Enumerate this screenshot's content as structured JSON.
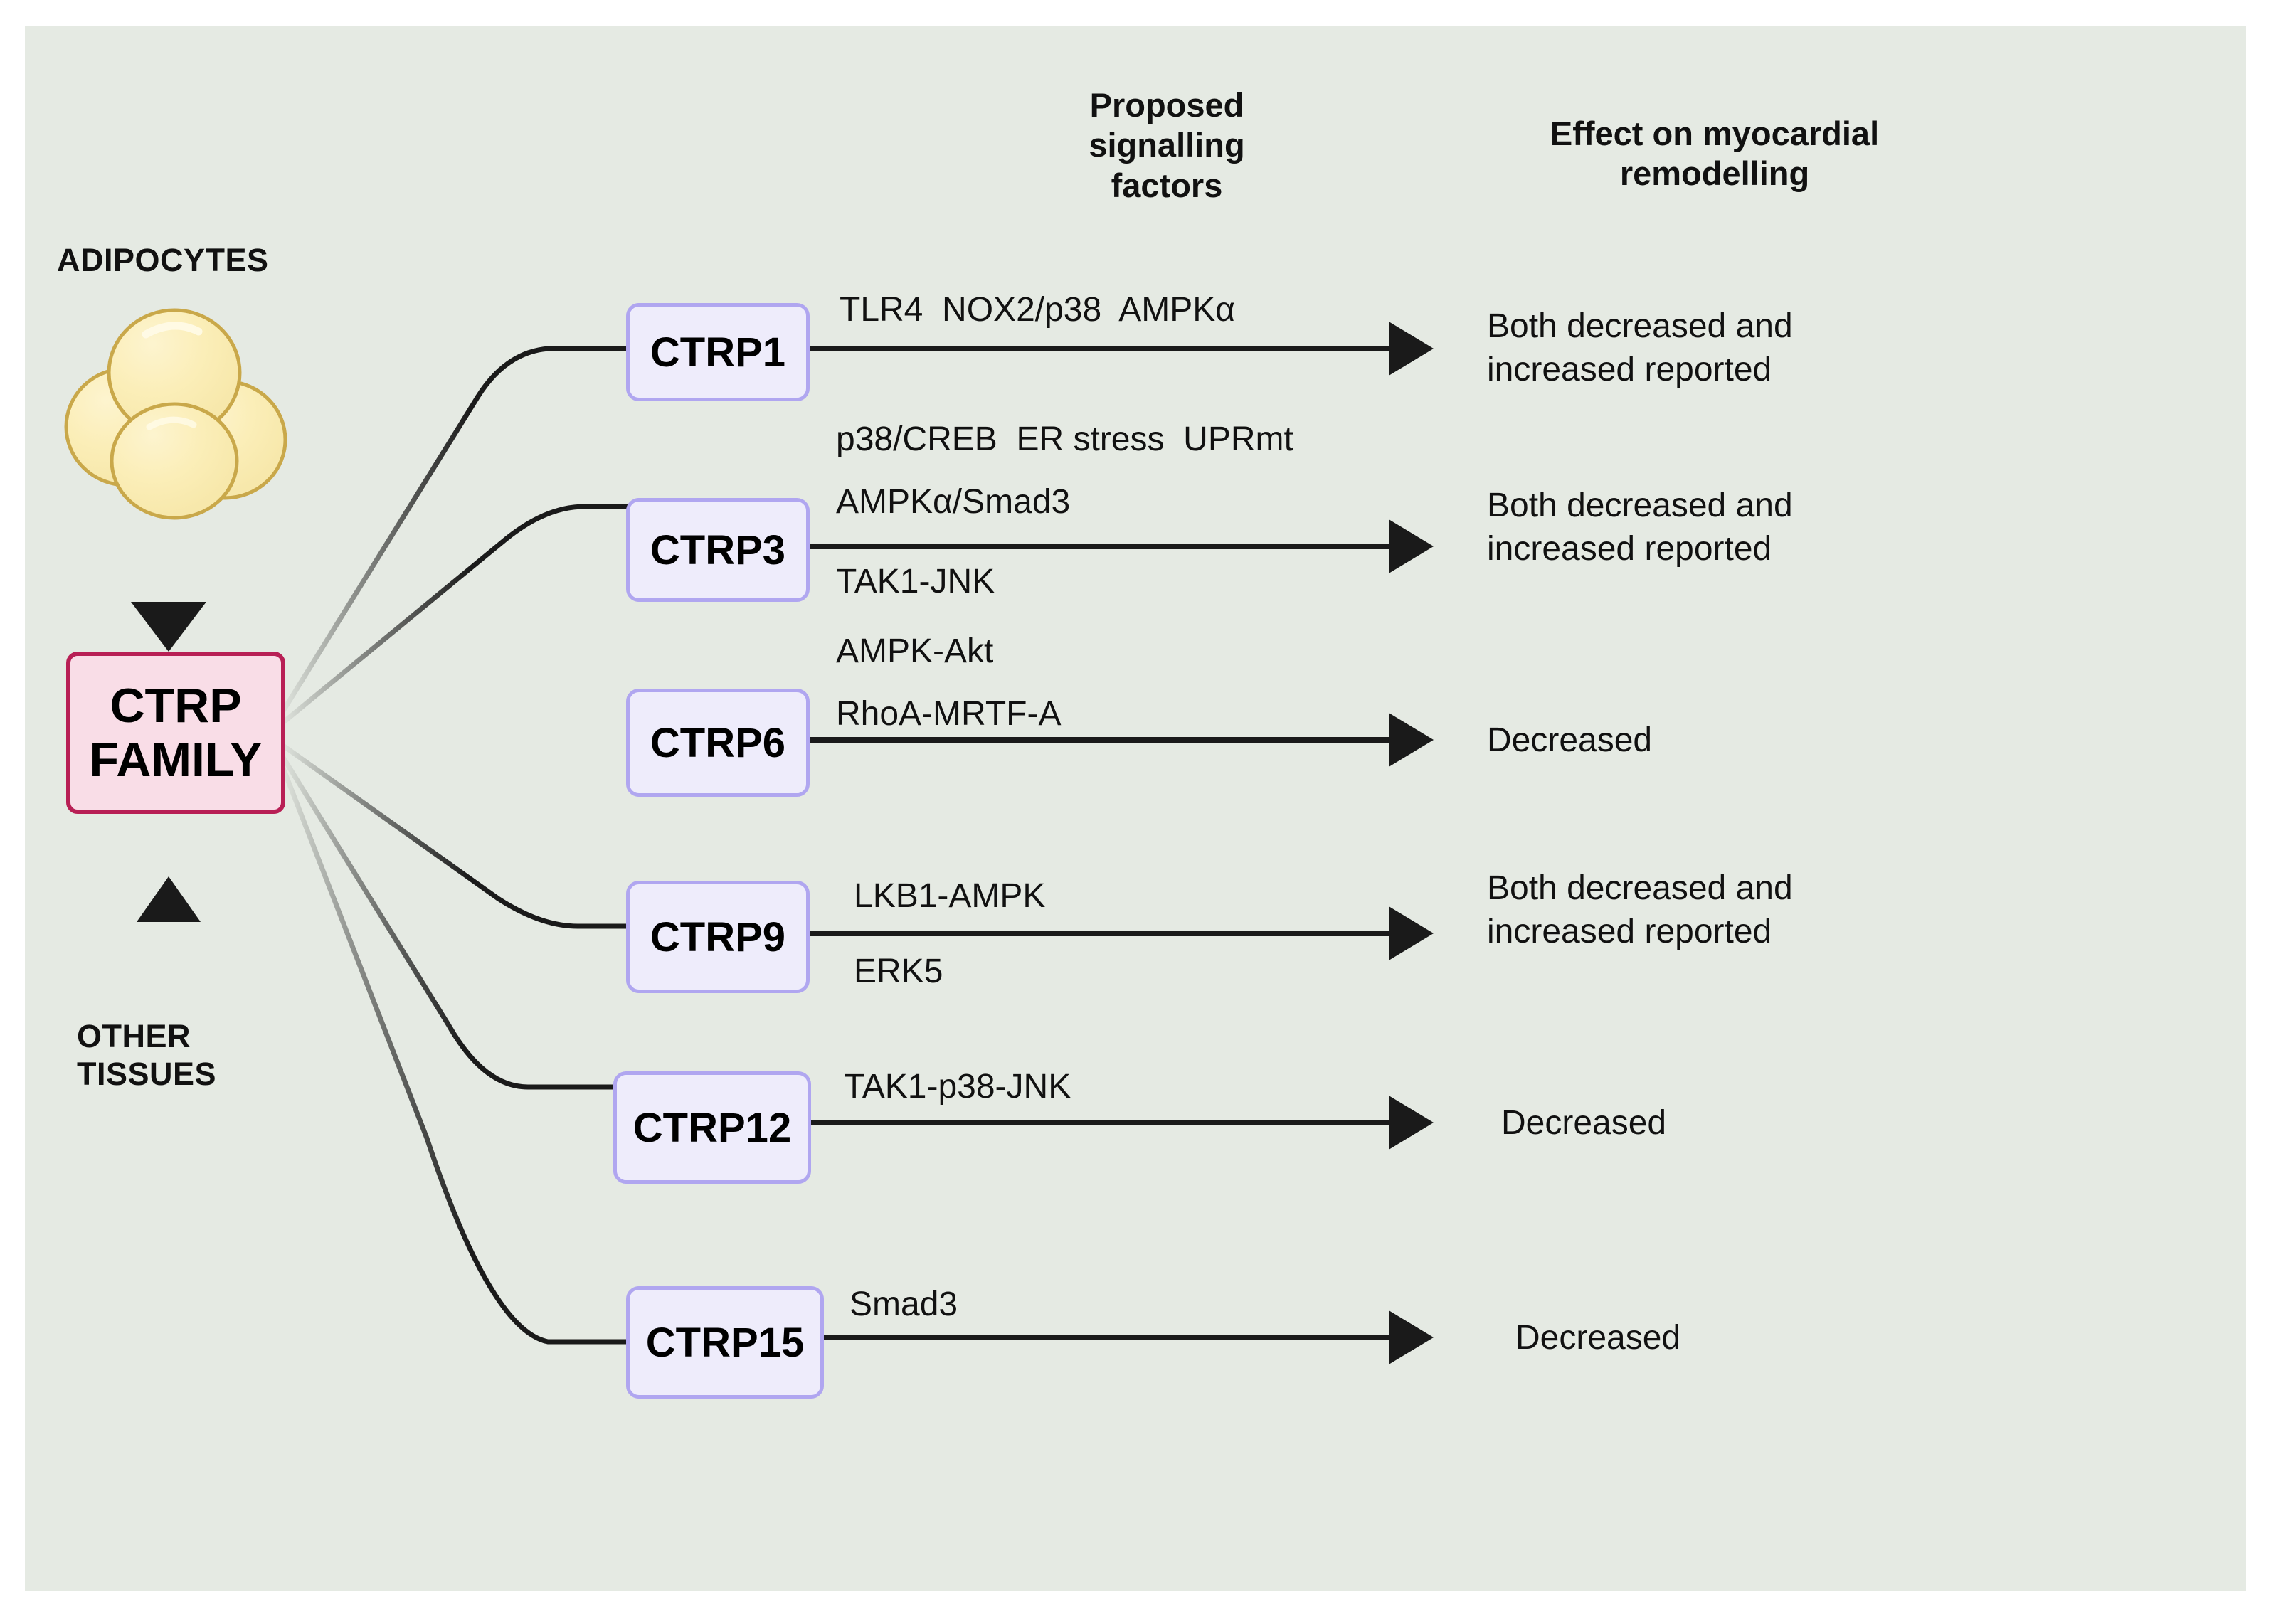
{
  "figure": {
    "background_color": "#e5eae3",
    "headers": {
      "signalling": "Proposed\nsignalling\nfactors",
      "signalling_lines": [
        "Proposed",
        "signalling",
        "factors"
      ],
      "effect": "Effect on myocardial\nremodelling",
      "effect_lines": [
        "Effect on myocardial",
        "remodelling"
      ]
    },
    "source_labels": {
      "adipocytes": "ADIPOCYTES",
      "other_tissues": "OTHER\nTISSUES",
      "other_tissues_lines": [
        "OTHER",
        "TISSUES"
      ]
    },
    "hub": {
      "label": "CTRP\nFAMILY",
      "line1": "CTRP",
      "line2": "FAMILY",
      "fill": "#f9dde7",
      "border": "#b81f55"
    },
    "node_style": {
      "fill": "#eeecfb",
      "border": "#b0a6f0"
    }
  },
  "chart_data": {
    "type": "diagram",
    "title": "CTRP family signalling and effect on myocardial remodelling",
    "rows": [
      {
        "node": "CTRP1",
        "signalling_above": [
          "TLR4  NOX2/p38  AMPKα"
        ],
        "signalling_below": [],
        "effect": "Both decreased and\nincreased reported",
        "effect_lines": [
          "Both decreased and",
          "increased reported"
        ]
      },
      {
        "node": "CTRP3",
        "signalling_above": [
          "p38/CREB  ER stress  UPRmt",
          "AMPKα/Smad3"
        ],
        "signalling_below": [
          "TAK1-JNK"
        ],
        "effect": "Both decreased and\nincreased reported",
        "effect_lines": [
          "Both decreased and",
          "increased reported"
        ]
      },
      {
        "node": "CTRP6",
        "signalling_above": [
          "AMPK-Akt",
          "RhoA-MRTF-A"
        ],
        "signalling_below": [],
        "effect": "Decreased",
        "effect_lines": [
          "Decreased"
        ]
      },
      {
        "node": "CTRP9",
        "signalling_above": [
          "LKB1-AMPK"
        ],
        "signalling_below": [
          "ERK5"
        ],
        "effect": "Both decreased and\nincreased reported",
        "effect_lines": [
          "Both decreased and",
          "increased reported"
        ]
      },
      {
        "node": "CTRP12",
        "signalling_above": [
          "TAK1-p38-JNK"
        ],
        "signalling_below": [],
        "effect": "Decreased",
        "effect_lines": [
          "Decreased"
        ]
      },
      {
        "node": "CTRP15",
        "signalling_above": [
          "Smad3"
        ],
        "signalling_below": [],
        "effect": "Decreased",
        "effect_lines": [
          "Decreased"
        ]
      }
    ]
  }
}
